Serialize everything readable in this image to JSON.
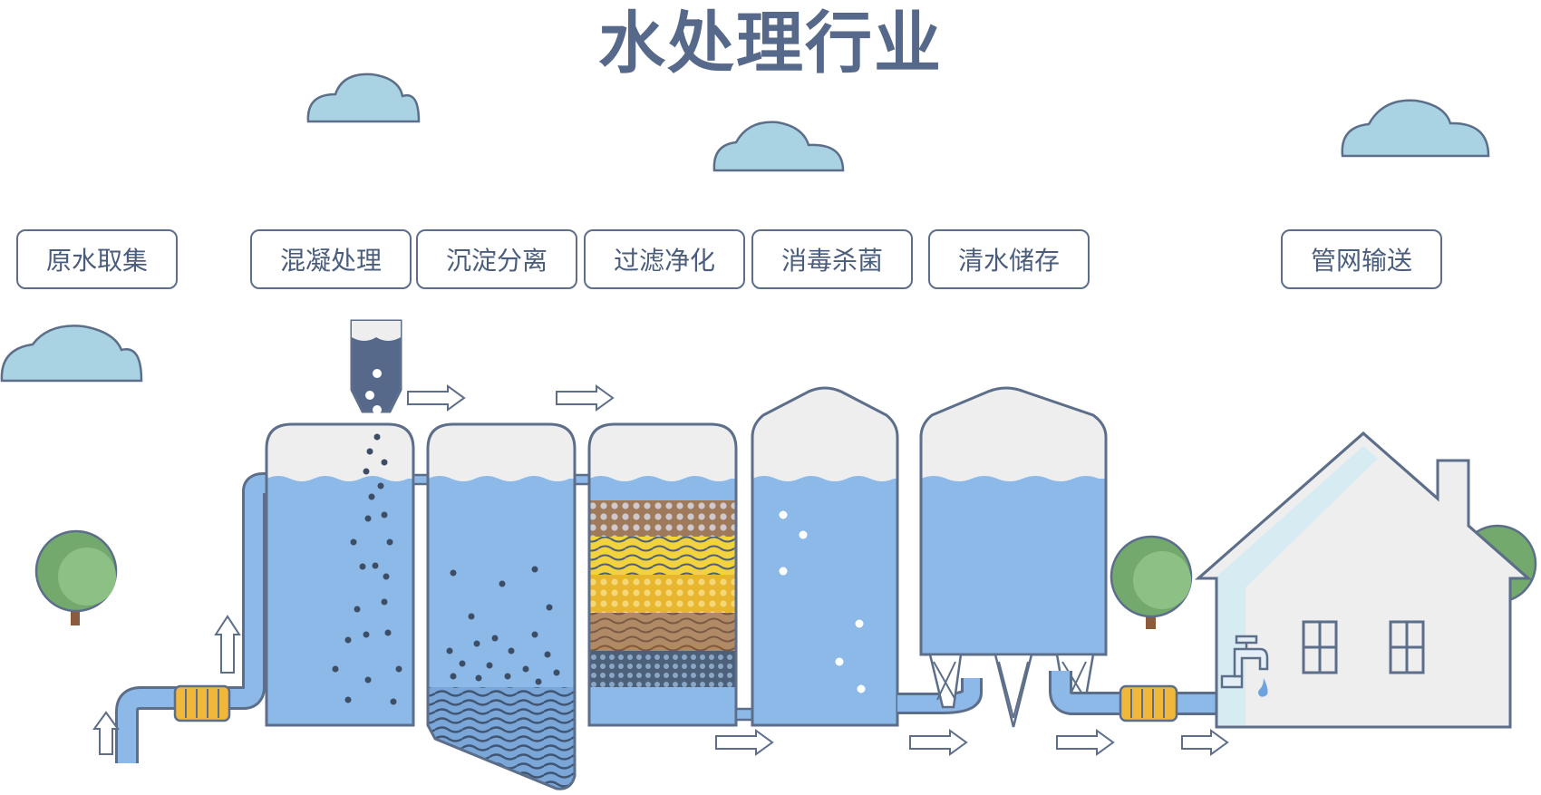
{
  "title": "水处理行业",
  "stages": [
    {
      "label": "原水取集"
    },
    {
      "label": "混凝处理"
    },
    {
      "label": "沉淀分离"
    },
    {
      "label": "过滤净化"
    },
    {
      "label": "消毒杀菌"
    },
    {
      "label": "清水储存"
    },
    {
      "label": "管网输送"
    }
  ],
  "colors": {
    "outline": "#5c6e89",
    "water": "#8db9e8",
    "tank_top": "#eeeeee",
    "cloud": "#a9d3e2",
    "tree": "#74a96d",
    "filter_gold": "#f0c13a",
    "filter_brown": "#9e7a5a",
    "house": "#eeeeee"
  }
}
